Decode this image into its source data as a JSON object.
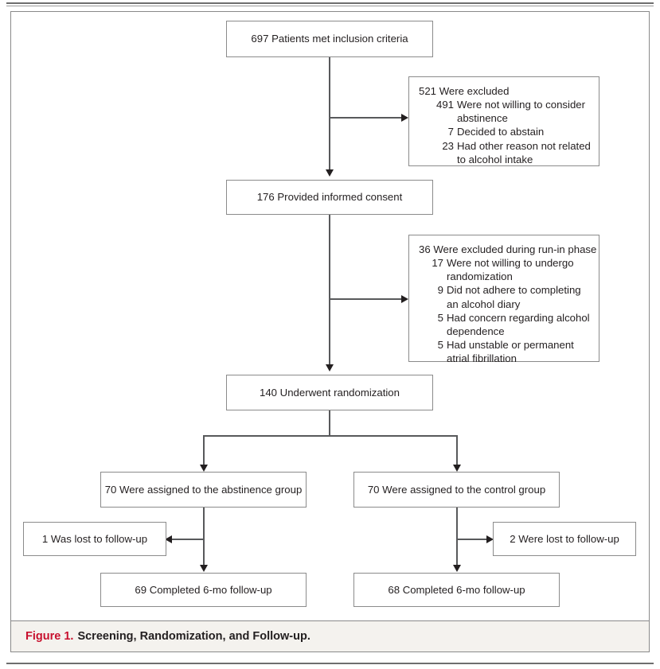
{
  "figure": {
    "caption_label": "Figure 1.",
    "caption_title": "Screening, Randomization, and Follow-up.",
    "caption_label_color": "#c8102e",
    "border_color": "#8a8a8a",
    "connector_color": "#58595b",
    "text_color": "#231f20",
    "caption_background": "#f4f2ee"
  },
  "nodes": {
    "inclusion": {
      "text": "697 Patients met inclusion criteria"
    },
    "excluded_screening": {
      "heading_number": "521",
      "heading_text": "Were excluded",
      "items": [
        {
          "number": "491",
          "text": "Were not willing to consider abstinence"
        },
        {
          "number": "7",
          "text": "Decided to abstain"
        },
        {
          "number": "23",
          "text": "Had other reason not related to alcohol intake"
        }
      ]
    },
    "consent": {
      "text": "176 Provided informed consent"
    },
    "excluded_runin": {
      "heading_number": "36",
      "heading_text": "Were excluded during run-in phase",
      "items": [
        {
          "number": "17",
          "text": "Were not willing to undergo randomization"
        },
        {
          "number": "9",
          "text": "Did not adhere to completing an alcohol diary"
        },
        {
          "number": "5",
          "text": "Had concern regarding alcohol dependence"
        },
        {
          "number": "5",
          "text": "Had unstable or permanent atrial fibrillation"
        }
      ]
    },
    "randomization": {
      "text": "140 Underwent randomization"
    },
    "abstinence_group": {
      "text": "70 Were assigned to the abstinence group"
    },
    "control_group": {
      "text": "70 Were assigned to the control group"
    },
    "abstinence_lost": {
      "text": "1 Was lost to follow-up"
    },
    "control_lost": {
      "text": "2 Were lost to follow-up"
    },
    "abstinence_completed": {
      "text": "69 Completed 6-mo follow-up"
    },
    "control_completed": {
      "text": "68 Completed 6-mo follow-up"
    }
  },
  "chart_data": {
    "type": "diagram",
    "title": "Screening, Randomization, and Follow-up",
    "diagram_kind": "CONSORT participant flow",
    "flow": [
      {
        "id": "inclusion",
        "n": 697,
        "label": "Patients met inclusion criteria"
      },
      {
        "id": "excluded_screening",
        "n": 521,
        "label": "Were excluded",
        "breakdown": [
          {
            "n": 491,
            "label": "Were not willing to consider abstinence"
          },
          {
            "n": 7,
            "label": "Decided to abstain"
          },
          {
            "n": 23,
            "label": "Had other reason not related to alcohol intake"
          }
        ]
      },
      {
        "id": "consent",
        "n": 176,
        "label": "Provided informed consent"
      },
      {
        "id": "excluded_runin",
        "n": 36,
        "label": "Were excluded during run-in phase",
        "breakdown": [
          {
            "n": 17,
            "label": "Were not willing to undergo randomization"
          },
          {
            "n": 9,
            "label": "Did not adhere to completing an alcohol diary"
          },
          {
            "n": 5,
            "label": "Had concern regarding alcohol dependence"
          },
          {
            "n": 5,
            "label": "Had unstable or permanent atrial fibrillation"
          }
        ]
      },
      {
        "id": "randomization",
        "n": 140,
        "label": "Underwent randomization"
      }
    ],
    "arms": [
      {
        "id": "abstinence",
        "assigned": 70,
        "assigned_label": "Were assigned to the abstinence group",
        "lost": 1,
        "lost_label": "Was lost to follow-up",
        "completed": 69,
        "completed_label": "Completed 6-mo follow-up"
      },
      {
        "id": "control",
        "assigned": 70,
        "assigned_label": "Were assigned to the control group",
        "lost": 2,
        "lost_label": "Were lost to follow-up",
        "completed": 68,
        "completed_label": "Completed 6-mo follow-up"
      }
    ]
  }
}
